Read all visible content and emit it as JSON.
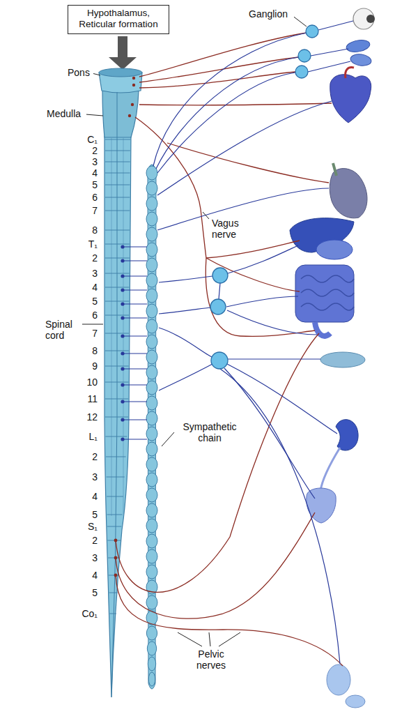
{
  "diagram": {
    "nodes": [
      {
        "text": [
          "Hypothalamus, Reticular formation"
        ]
      }
    ],
    "labels": [
      "Ganglion",
      "Pons",
      "Medulla",
      "C₁",
      "2",
      "3",
      "4",
      "5",
      "6",
      "7",
      "8",
      "T₁",
      "2",
      "3",
      "4",
      "5",
      "6",
      "7",
      "8",
      "9",
      "10",
      "11",
      "12",
      "L₁",
      "2",
      "3",
      "4",
      "5",
      "S₁",
      "2",
      "3",
      "4",
      "5",
      "Co₁",
      "Spinal cord",
      "Vagus nerve",
      "Sympathetic chain",
      "Pelvic nerves"
    ]
  }
}
